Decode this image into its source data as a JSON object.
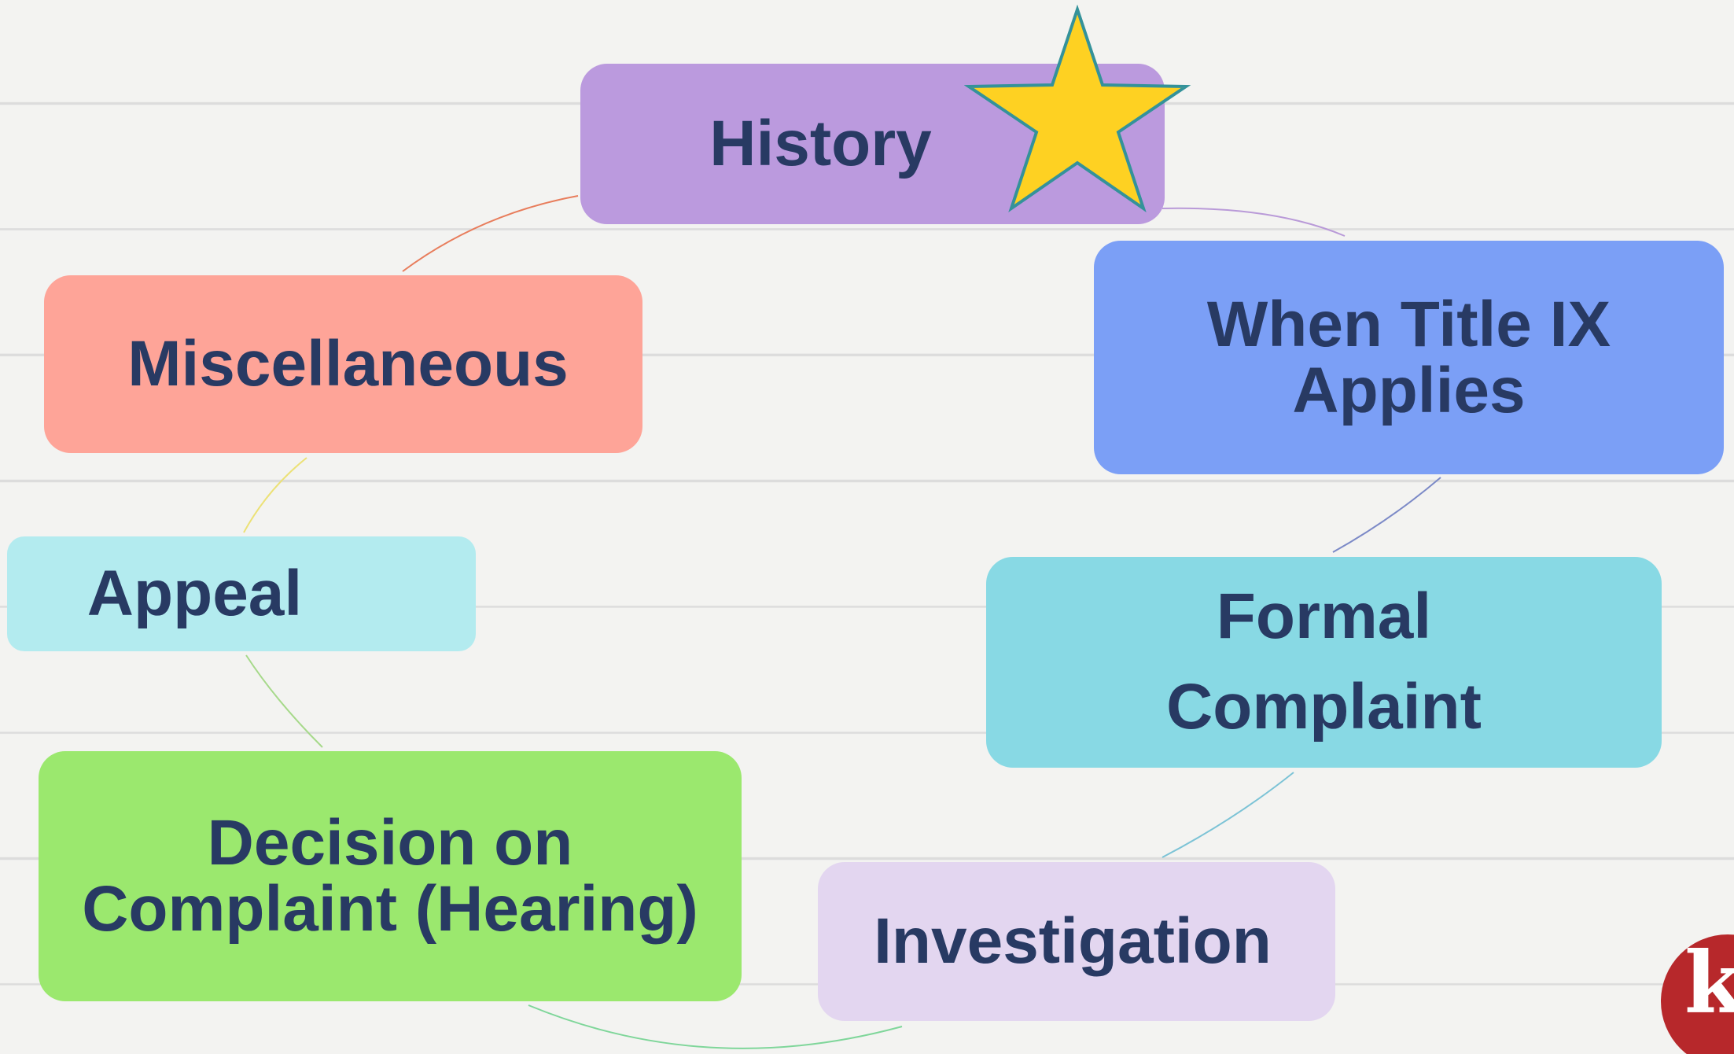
{
  "nodes": {
    "history": {
      "label": "History",
      "color": "#bb9ade"
    },
    "when_title_ix": {
      "label": "When Title IX\nApplies",
      "color": "#7b9ff6"
    },
    "formal_complaint": {
      "label": "Formal\nComplaint",
      "color": "#88d9e4"
    },
    "investigation": {
      "label": "Investigation",
      "color": "#e3d6f0"
    },
    "decision": {
      "label": "Decision on\nComplaint (Hearing)",
      "color": "#9be86e"
    },
    "appeal": {
      "label": "Appeal",
      "color": "#b3ebef"
    },
    "miscellaneous": {
      "label": "Miscellaneous",
      "color": "#fea498"
    }
  },
  "star_icon": {
    "fill": "#fed122",
    "stroke": "#34929a"
  },
  "logo": {
    "letter": "k",
    "color": "#b7282b"
  },
  "text_color": "#283a63"
}
